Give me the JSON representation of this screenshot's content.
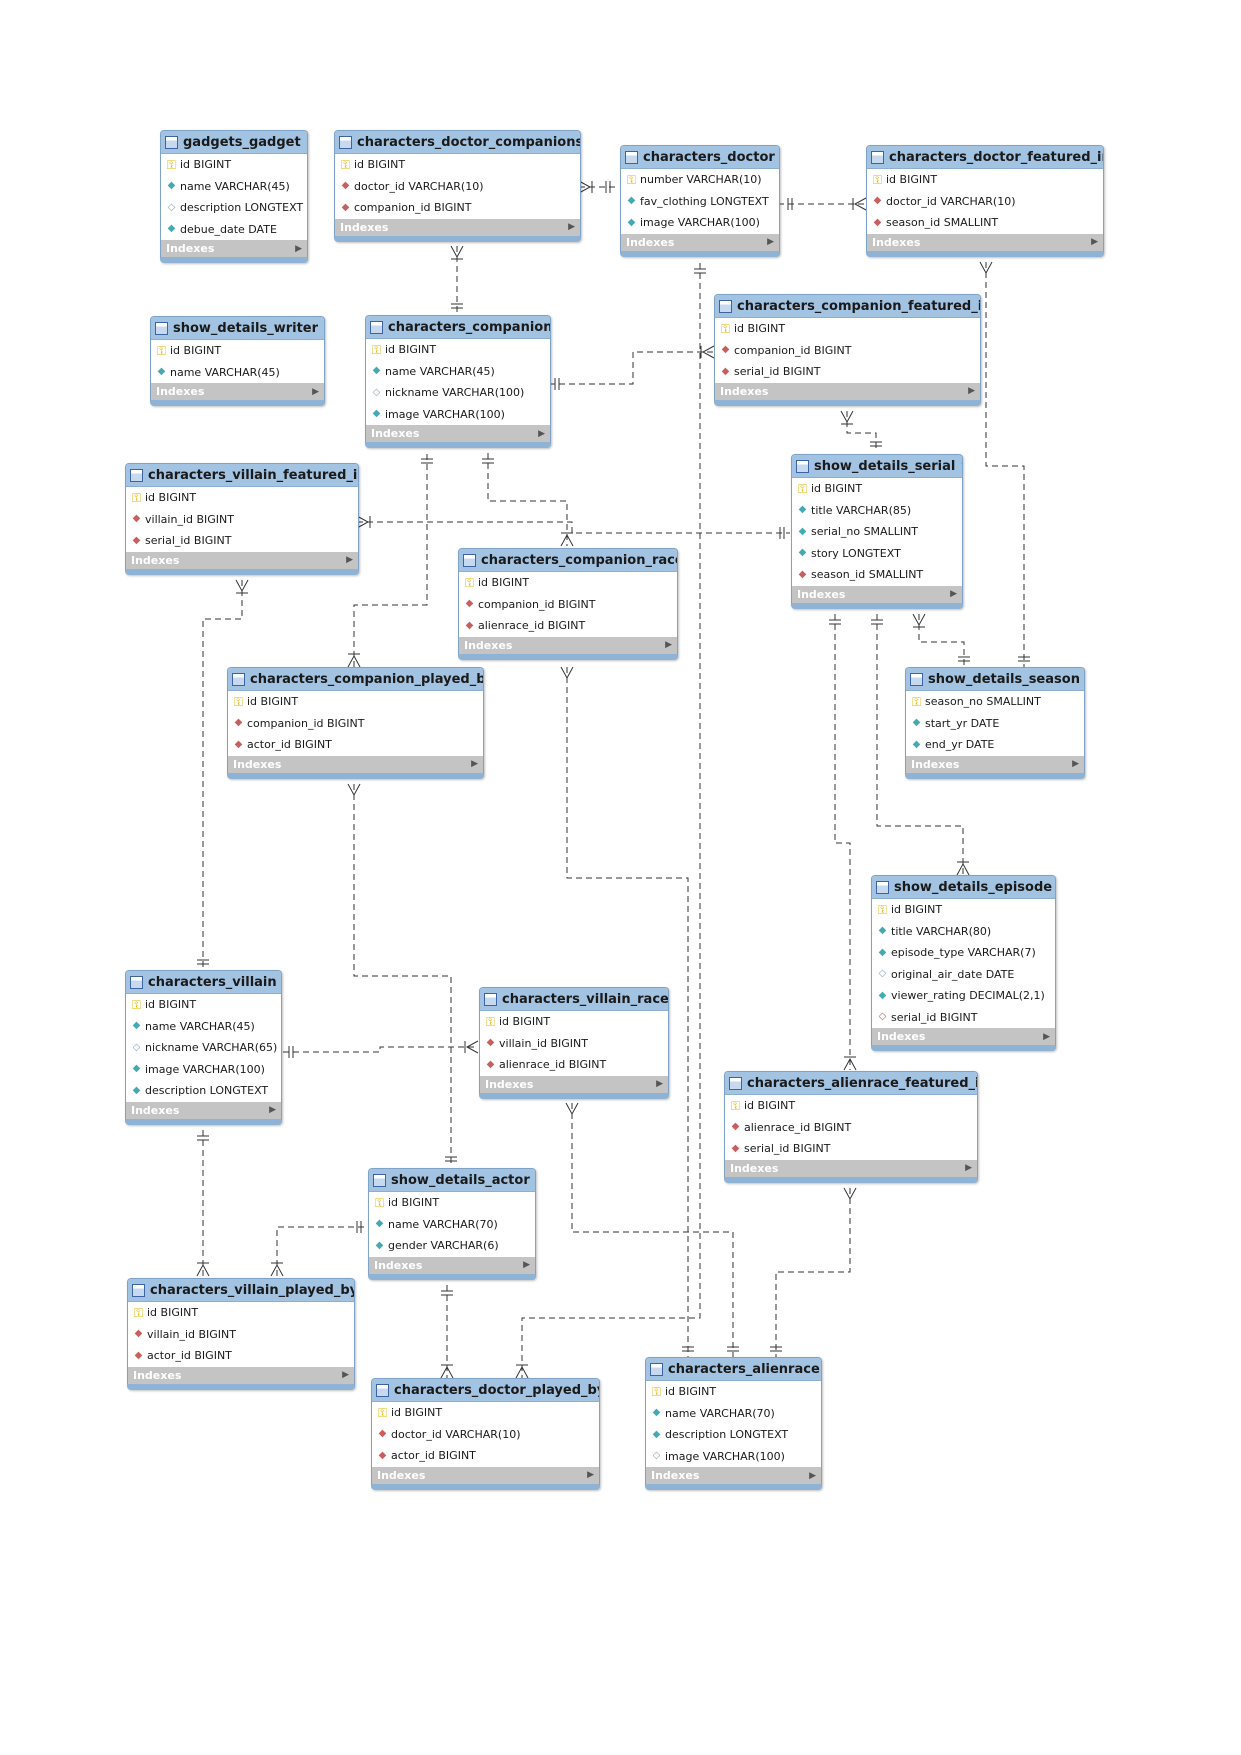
{
  "tables": [
    {
      "key": "gadgets_gadget",
      "title": "gadgets_gadget",
      "indexes_label": "Indexes",
      "columns": [
        {
          "text": "id BIGINT",
          "kind": "pk"
        },
        {
          "text": "name VARCHAR(45)",
          "kind": "nn"
        },
        {
          "text": "description LONGTEXT",
          "kind": "nl"
        },
        {
          "text": "debue_date DATE",
          "kind": "nn"
        }
      ]
    },
    {
      "key": "characters_doctor_companions",
      "title": "characters_doctor_companions",
      "indexes_label": "Indexes",
      "columns": [
        {
          "text": "id BIGINT",
          "kind": "pk"
        },
        {
          "text": "doctor_id VARCHAR(10)",
          "kind": "fk"
        },
        {
          "text": "companion_id BIGINT",
          "kind": "fk"
        }
      ]
    },
    {
      "key": "characters_doctor",
      "title": "characters_doctor",
      "indexes_label": "Indexes",
      "columns": [
        {
          "text": "number VARCHAR(10)",
          "kind": "pk"
        },
        {
          "text": "fav_clothing LONGTEXT",
          "kind": "nn"
        },
        {
          "text": "image VARCHAR(100)",
          "kind": "nn"
        }
      ]
    },
    {
      "key": "characters_doctor_featured_in",
      "title": "characters_doctor_featured_in",
      "indexes_label": "Indexes",
      "columns": [
        {
          "text": "id BIGINT",
          "kind": "pk"
        },
        {
          "text": "doctor_id VARCHAR(10)",
          "kind": "fk"
        },
        {
          "text": "season_id SMALLINT",
          "kind": "fk"
        }
      ]
    },
    {
      "key": "show_details_writer",
      "title": "show_details_writer",
      "indexes_label": "Indexes",
      "columns": [
        {
          "text": "id BIGINT",
          "kind": "pk"
        },
        {
          "text": "name VARCHAR(45)",
          "kind": "nn"
        }
      ]
    },
    {
      "key": "characters_companion",
      "title": "characters_companion",
      "indexes_label": "Indexes",
      "columns": [
        {
          "text": "id BIGINT",
          "kind": "pk"
        },
        {
          "text": "name VARCHAR(45)",
          "kind": "nn"
        },
        {
          "text": "nickname VARCHAR(100)",
          "kind": "nl"
        },
        {
          "text": "image VARCHAR(100)",
          "kind": "nn"
        }
      ]
    },
    {
      "key": "characters_companion_featured_in",
      "title": "characters_companion_featured_in",
      "indexes_label": "Indexes",
      "columns": [
        {
          "text": "id BIGINT",
          "kind": "pk"
        },
        {
          "text": "companion_id BIGINT",
          "kind": "fk"
        },
        {
          "text": "serial_id BIGINT",
          "kind": "fk"
        }
      ]
    },
    {
      "key": "characters_villain_featured_in",
      "title": "characters_villain_featured_in",
      "indexes_label": "Indexes",
      "columns": [
        {
          "text": "id BIGINT",
          "kind": "pk"
        },
        {
          "text": "villain_id BIGINT",
          "kind": "fk"
        },
        {
          "text": "serial_id BIGINT",
          "kind": "fk"
        }
      ]
    },
    {
      "key": "show_details_serial",
      "title": "show_details_serial",
      "indexes_label": "Indexes",
      "columns": [
        {
          "text": "id BIGINT",
          "kind": "pk"
        },
        {
          "text": "title VARCHAR(85)",
          "kind": "nn"
        },
        {
          "text": "serial_no SMALLINT",
          "kind": "nn"
        },
        {
          "text": "story LONGTEXT",
          "kind": "nn"
        },
        {
          "text": "season_id SMALLINT",
          "kind": "fk"
        }
      ]
    },
    {
      "key": "characters_companion_race",
      "title": "characters_companion_race",
      "indexes_label": "Indexes",
      "columns": [
        {
          "text": "id BIGINT",
          "kind": "pk"
        },
        {
          "text": "companion_id BIGINT",
          "kind": "fk"
        },
        {
          "text": "alienrace_id BIGINT",
          "kind": "fk"
        }
      ]
    },
    {
      "key": "characters_companion_played_by",
      "title": "characters_companion_played_by",
      "indexes_label": "Indexes",
      "columns": [
        {
          "text": "id BIGINT",
          "kind": "pk"
        },
        {
          "text": "companion_id BIGINT",
          "kind": "fk"
        },
        {
          "text": "actor_id BIGINT",
          "kind": "fk"
        }
      ]
    },
    {
      "key": "show_details_season",
      "title": "show_details_season",
      "indexes_label": "Indexes",
      "columns": [
        {
          "text": "season_no SMALLINT",
          "kind": "pk"
        },
        {
          "text": "start_yr DATE",
          "kind": "nn"
        },
        {
          "text": "end_yr DATE",
          "kind": "nn"
        }
      ]
    },
    {
      "key": "show_details_episode",
      "title": "show_details_episode",
      "indexes_label": "Indexes",
      "columns": [
        {
          "text": "id BIGINT",
          "kind": "pk"
        },
        {
          "text": "title VARCHAR(80)",
          "kind": "nn"
        },
        {
          "text": "episode_type VARCHAR(7)",
          "kind": "nn"
        },
        {
          "text": "original_air_date DATE",
          "kind": "nl"
        },
        {
          "text": "viewer_rating DECIMAL(2,1)",
          "kind": "nn"
        },
        {
          "text": "serial_id BIGINT",
          "kind": "fkn"
        }
      ]
    },
    {
      "key": "characters_villain",
      "title": "characters_villain",
      "indexes_label": "Indexes",
      "columns": [
        {
          "text": "id BIGINT",
          "kind": "pk"
        },
        {
          "text": "name VARCHAR(45)",
          "kind": "nn"
        },
        {
          "text": "nickname VARCHAR(65)",
          "kind": "nl"
        },
        {
          "text": "image VARCHAR(100)",
          "kind": "nn"
        },
        {
          "text": "description LONGTEXT",
          "kind": "nn"
        }
      ]
    },
    {
      "key": "characters_villain_race",
      "title": "characters_villain_race",
      "indexes_label": "Indexes",
      "columns": [
        {
          "text": "id BIGINT",
          "kind": "pk"
        },
        {
          "text": "villain_id BIGINT",
          "kind": "fk"
        },
        {
          "text": "alienrace_id BIGINT",
          "kind": "fk"
        }
      ]
    },
    {
      "key": "characters_alienrace_featured_in",
      "title": "characters_alienrace_featured_in",
      "indexes_label": "Indexes",
      "columns": [
        {
          "text": "id BIGINT",
          "kind": "pk"
        },
        {
          "text": "alienrace_id BIGINT",
          "kind": "fk"
        },
        {
          "text": "serial_id BIGINT",
          "kind": "fk"
        }
      ]
    },
    {
      "key": "show_details_actor",
      "title": "show_details_actor",
      "indexes_label": "Indexes",
      "columns": [
        {
          "text": "id BIGINT",
          "kind": "pk"
        },
        {
          "text": "name VARCHAR(70)",
          "kind": "nn"
        },
        {
          "text": "gender VARCHAR(6)",
          "kind": "nn"
        }
      ]
    },
    {
      "key": "characters_villain_played_by",
      "title": "characters_villain_played_by",
      "indexes_label": "Indexes",
      "columns": [
        {
          "text": "id BIGINT",
          "kind": "pk"
        },
        {
          "text": "villain_id BIGINT",
          "kind": "fk"
        },
        {
          "text": "actor_id BIGINT",
          "kind": "fk"
        }
      ]
    },
    {
      "key": "characters_doctor_played_by",
      "title": "characters_doctor_played_by",
      "indexes_label": "Indexes",
      "columns": [
        {
          "text": "id BIGINT",
          "kind": "pk"
        },
        {
          "text": "doctor_id VARCHAR(10)",
          "kind": "fk"
        },
        {
          "text": "actor_id BIGINT",
          "kind": "fk"
        }
      ]
    },
    {
      "key": "characters_alienrace",
      "title": "characters_alienrace",
      "indexes_label": "Indexes",
      "columns": [
        {
          "text": "id BIGINT",
          "kind": "pk"
        },
        {
          "text": "name VARCHAR(70)",
          "kind": "nn"
        },
        {
          "text": "description LONGTEXT",
          "kind": "nn"
        },
        {
          "text": "image VARCHAR(100)",
          "kind": "nl"
        }
      ]
    }
  ],
  "relationships": [
    {
      "from": "characters_doctor_companions",
      "to": "characters_doctor"
    },
    {
      "from": "characters_doctor_featured_in",
      "to": "characters_doctor"
    },
    {
      "from": "characters_doctor_companions",
      "to": "characters_companion"
    },
    {
      "from": "characters_companion_featured_in",
      "to": "characters_companion"
    },
    {
      "from": "characters_companion_featured_in",
      "to": "show_details_serial"
    },
    {
      "from": "characters_doctor_featured_in",
      "to": "show_details_season"
    },
    {
      "from": "show_details_serial",
      "to": "show_details_season"
    },
    {
      "from": "characters_villain_featured_in",
      "to": "show_details_serial"
    },
    {
      "from": "characters_companion_race",
      "to": "characters_companion"
    },
    {
      "from": "characters_companion_played_by",
      "to": "characters_companion"
    },
    {
      "from": "characters_villain_featured_in",
      "to": "characters_villain"
    },
    {
      "from": "show_details_episode",
      "to": "show_details_serial"
    },
    {
      "from": "characters_alienrace_featured_in",
      "to": "show_details_serial"
    },
    {
      "from": "characters_villain_race",
      "to": "characters_villain"
    },
    {
      "from": "characters_companion_played_by",
      "to": "show_details_actor"
    },
    {
      "from": "characters_villain_played_by",
      "to": "characters_villain"
    },
    {
      "from": "characters_villain_played_by",
      "to": "show_details_actor"
    },
    {
      "from": "characters_doctor_played_by",
      "to": "show_details_actor"
    },
    {
      "from": "characters_doctor_played_by",
      "to": "characters_doctor"
    },
    {
      "from": "characters_companion_race",
      "to": "characters_alienrace"
    },
    {
      "from": "characters_villain_race",
      "to": "characters_alienrace"
    },
    {
      "from": "characters_alienrace_featured_in",
      "to": "characters_alienrace"
    }
  ],
  "colors": {
    "header": "#a3c3e2",
    "index_bar": "#c4c4c4",
    "primary_key": "#e2b400",
    "foreign_key": "#c85e5e",
    "not_null": "#45a9b2",
    "line": "#333333"
  }
}
